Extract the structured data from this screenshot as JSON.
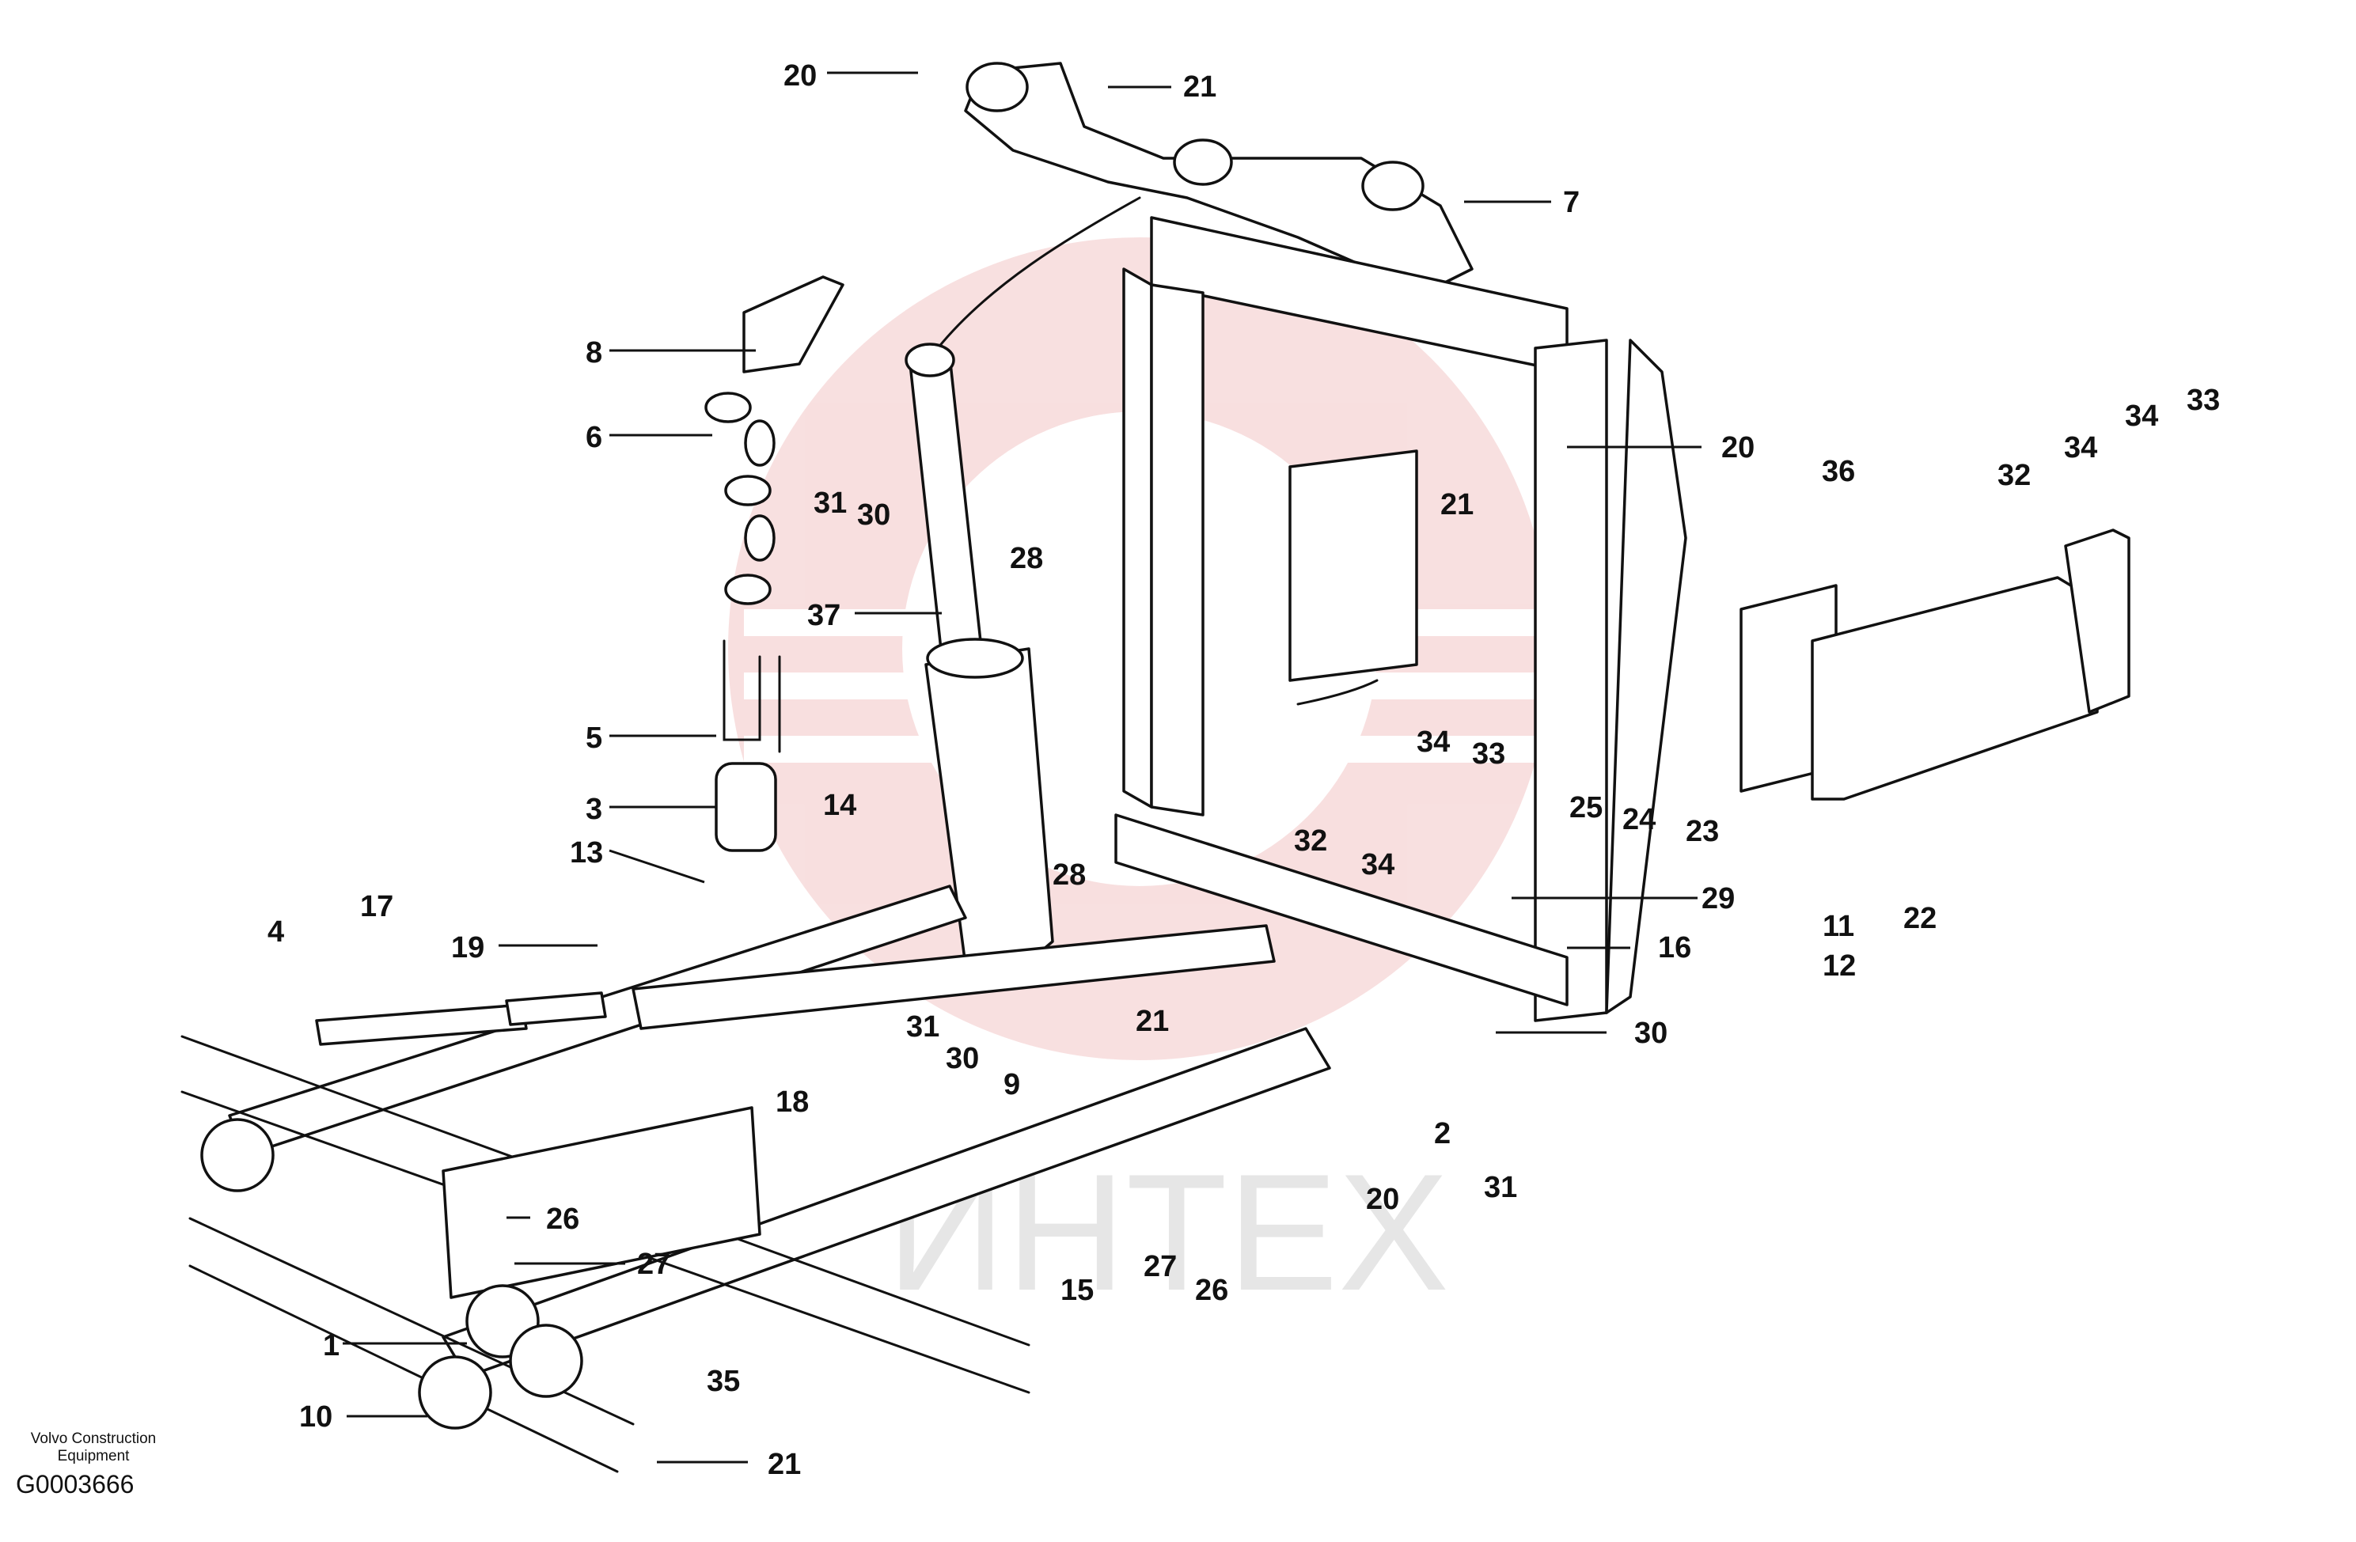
{
  "footer": {
    "brand_line1": "Volvo Construction",
    "brand_line2": "Equipment",
    "diagram_code": "G0003666"
  },
  "watermark": {
    "text": "ИНТЕХ",
    "color": "#f2c9c9"
  },
  "colors": {
    "line": "#111111",
    "background": "#ffffff",
    "watermark_logo": "#f3c6c6"
  },
  "callouts": [
    {
      "id": "c-20a",
      "text": "20"
    },
    {
      "id": "c-21a",
      "text": "21"
    },
    {
      "id": "c-7",
      "text": "7"
    },
    {
      "id": "c-8",
      "text": "8"
    },
    {
      "id": "c-6",
      "text": "6"
    },
    {
      "id": "c-31a",
      "text": "31"
    },
    {
      "id": "c-30a",
      "text": "30"
    },
    {
      "id": "c-28a",
      "text": "28"
    },
    {
      "id": "c-37",
      "text": "37"
    },
    {
      "id": "c-5",
      "text": "5"
    },
    {
      "id": "c-3",
      "text": "3"
    },
    {
      "id": "c-13",
      "text": "13"
    },
    {
      "id": "c-14",
      "text": "14"
    },
    {
      "id": "c-17",
      "text": "17"
    },
    {
      "id": "c-4",
      "text": "4"
    },
    {
      "id": "c-19",
      "text": "19"
    },
    {
      "id": "c-28b",
      "text": "28"
    },
    {
      "id": "c-31b",
      "text": "31"
    },
    {
      "id": "c-30b",
      "text": "30"
    },
    {
      "id": "c-18",
      "text": "18"
    },
    {
      "id": "c-21b",
      "text": "21"
    },
    {
      "id": "c-9",
      "text": "9"
    },
    {
      "id": "c-20b",
      "text": "20"
    },
    {
      "id": "c-21c",
      "text": "21"
    },
    {
      "id": "c-34a",
      "text": "34"
    },
    {
      "id": "c-33a",
      "text": "33"
    },
    {
      "id": "c-32a",
      "text": "32"
    },
    {
      "id": "c-34b",
      "text": "34"
    },
    {
      "id": "c-25",
      "text": "25"
    },
    {
      "id": "c-24",
      "text": "24"
    },
    {
      "id": "c-23",
      "text": "23"
    },
    {
      "id": "c-29",
      "text": "29"
    },
    {
      "id": "c-16",
      "text": "16"
    },
    {
      "id": "c-30c",
      "text": "30"
    },
    {
      "id": "c-2",
      "text": "2"
    },
    {
      "id": "c-20c",
      "text": "20"
    },
    {
      "id": "c-31c",
      "text": "31"
    },
    {
      "id": "c-36",
      "text": "36"
    },
    {
      "id": "c-32b",
      "text": "32"
    },
    {
      "id": "c-34c",
      "text": "34"
    },
    {
      "id": "c-34d",
      "text": "34"
    },
    {
      "id": "c-33b",
      "text": "33"
    },
    {
      "id": "c-11",
      "text": "11"
    },
    {
      "id": "c-12",
      "text": "12"
    },
    {
      "id": "c-22",
      "text": "22"
    },
    {
      "id": "c-26a",
      "text": "26"
    },
    {
      "id": "c-27a",
      "text": "27"
    },
    {
      "id": "c-15",
      "text": "15"
    },
    {
      "id": "c-27b",
      "text": "27"
    },
    {
      "id": "c-26b",
      "text": "26"
    },
    {
      "id": "c-1",
      "text": "1"
    },
    {
      "id": "c-10",
      "text": "10"
    },
    {
      "id": "c-35",
      "text": "35"
    },
    {
      "id": "c-21d",
      "text": "21"
    }
  ]
}
